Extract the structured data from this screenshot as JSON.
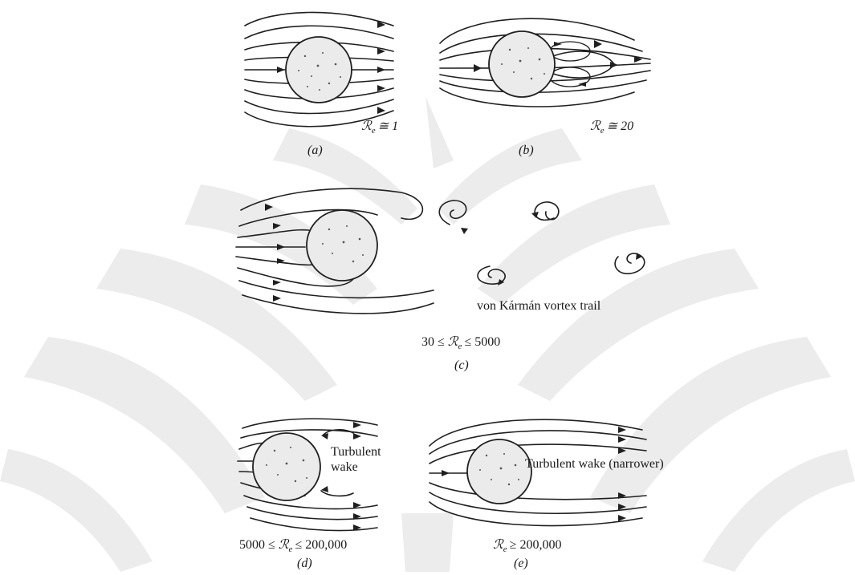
{
  "panels": [
    {
      "id": "a",
      "re_label": "ℛ",
      "re_sub": "e",
      "re_rel": "≅ 1",
      "caption": "(a)"
    },
    {
      "id": "b",
      "re_label": "ℛ",
      "re_sub": "e",
      "re_rel": "≅ 20",
      "caption": "(b)"
    },
    {
      "id": "c",
      "re_pre": "30 ≤",
      "re_label": "ℛ",
      "re_sub": "e",
      "re_rel": "≤ 5000",
      "caption": "(c)",
      "annotation": "von Kármán vortex trail"
    },
    {
      "id": "d",
      "re_pre": "5000 ≤",
      "re_label": "ℛ",
      "re_sub": "e",
      "re_rel": "≤ 200,000",
      "caption": "(d)",
      "annotation_line1": "Turbulent",
      "annotation_line2": "wake"
    },
    {
      "id": "e",
      "re_label": "ℛ",
      "re_sub": "e",
      "re_rel": "≥ 200,000",
      "caption": "(e)",
      "annotation": "Turbulent wake (narrower)"
    }
  ],
  "colors": {
    "ink": "#1f1f1f",
    "cylinder_fill": "#ebebeb",
    "watermark": "#ececec"
  },
  "icons": {
    "watermark": "university-seal-watermark"
  }
}
